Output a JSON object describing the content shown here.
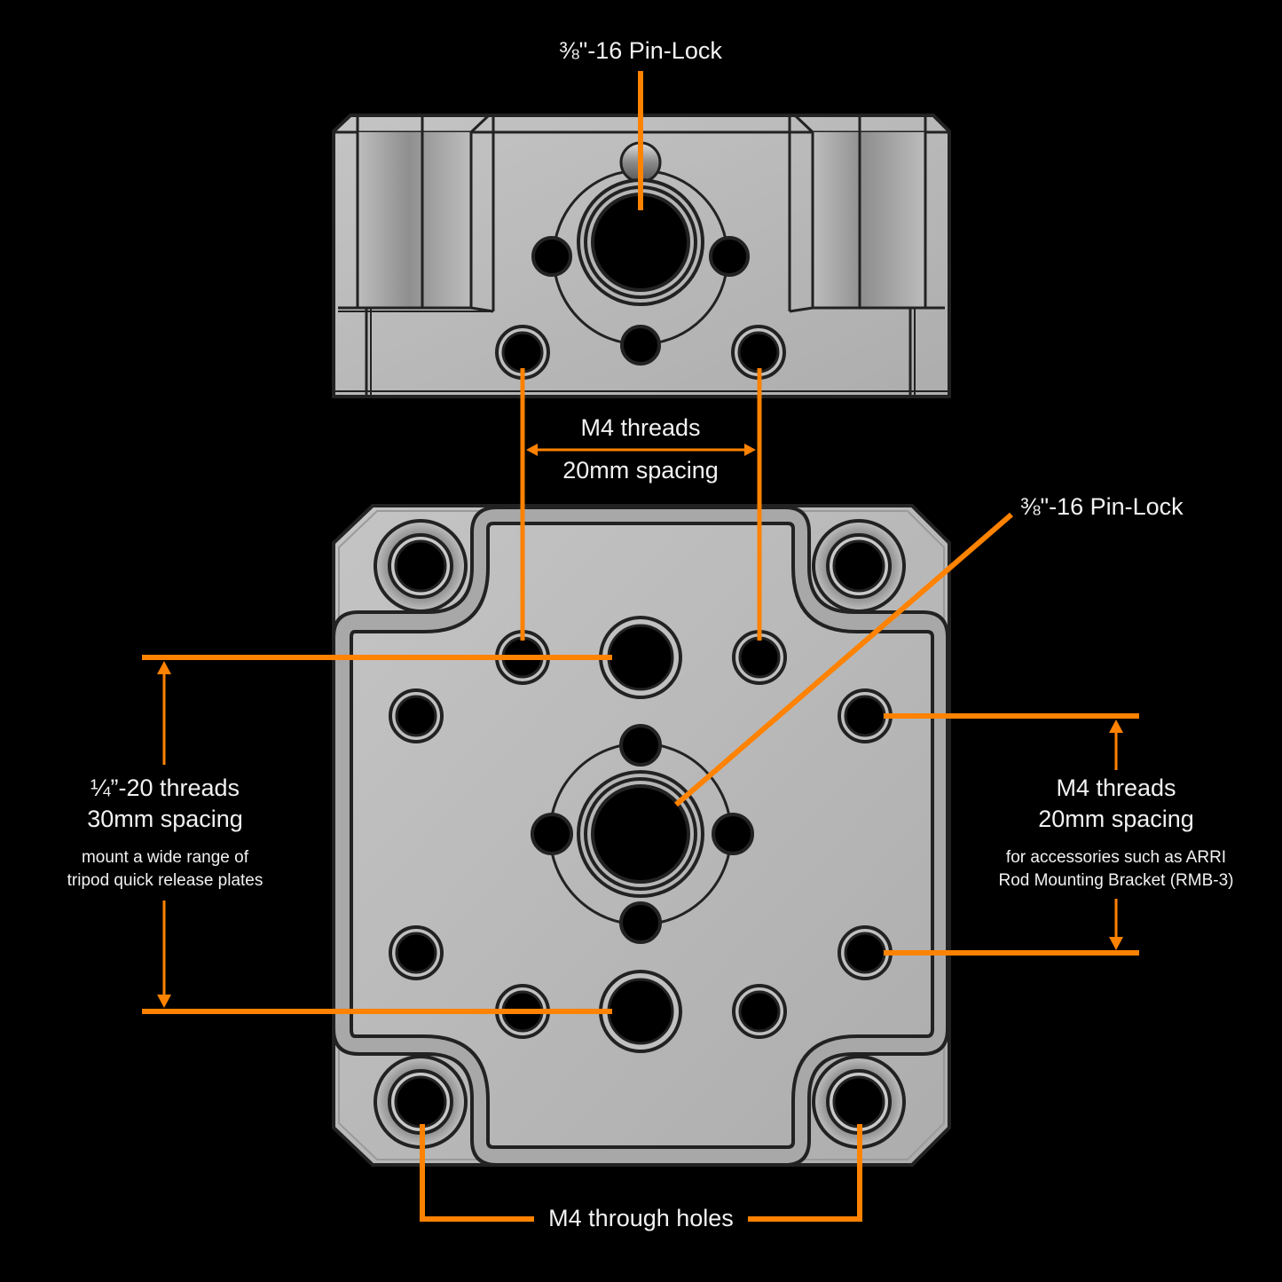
{
  "diagram": {
    "subject": "camera mounting plate - side view and top view",
    "accent_color": "#ff8200",
    "plate_color": "#b8b8b8",
    "outline_color": "#222222",
    "background_color": "#000000"
  },
  "callouts": {
    "top_pinlock": {
      "label": "⅜\"-16 Pin-Lock"
    },
    "top_m4": {
      "line1": "M4 threads",
      "line2": "20mm spacing"
    },
    "main_pinlock": {
      "label": "⅜\"-16 Pin-Lock"
    },
    "left_quarter": {
      "line1": "¼”-20 threads",
      "line2": "30mm spacing",
      "desc1": "mount a wide range of",
      "desc2": "tripod quick release plates"
    },
    "right_m4": {
      "line1": "M4 threads",
      "line2": "20mm spacing",
      "desc1": "for accessories such as ARRI",
      "desc2": "Rod Mounting Bracket (RMB-3)"
    },
    "bottom_through": {
      "label": "M4 through holes"
    }
  }
}
